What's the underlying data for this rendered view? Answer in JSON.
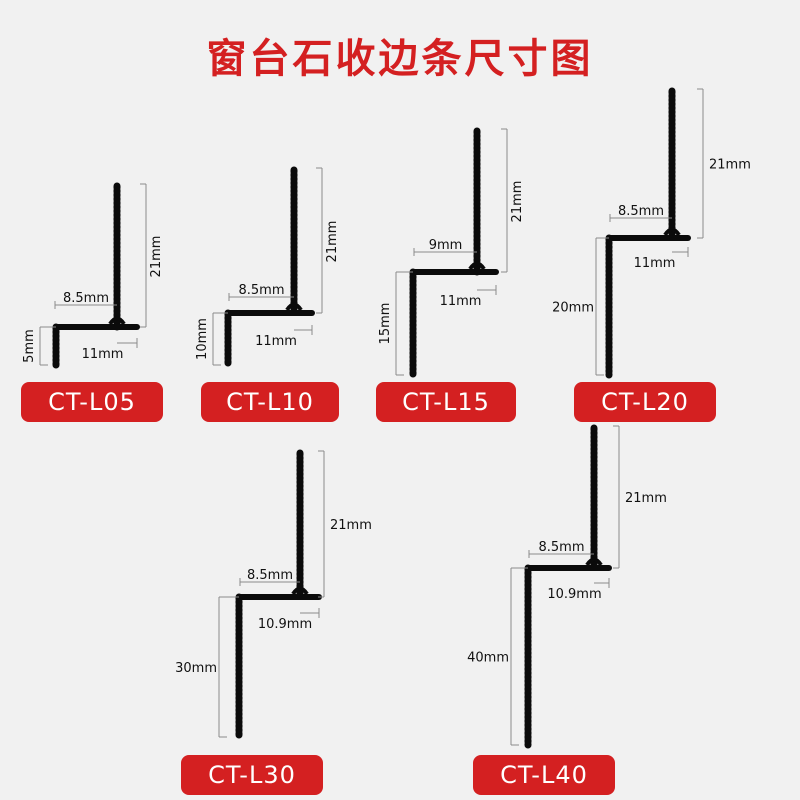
{
  "title": "窗台石收边条尺寸图",
  "colors": {
    "accent": "#d42021",
    "profile": "#0b0b0b",
    "dimension_line": "#8a8a8a",
    "background": "#f1f1f1"
  },
  "profiles": [
    {
      "code": "CT-L05",
      "height": "5mm",
      "flange": "8.5mm",
      "base": "11mm",
      "riser": "21mm"
    },
    {
      "code": "CT-L10",
      "height": "10mm",
      "flange": "8.5mm",
      "base": "11mm",
      "riser": "21mm"
    },
    {
      "code": "CT-L15",
      "height": "15mm",
      "flange": "9mm",
      "base": "11mm",
      "riser": "21mm"
    },
    {
      "code": "CT-L20",
      "height": "20mm",
      "flange": "8.5mm",
      "base": "11mm",
      "riser": "21mm"
    },
    {
      "code": "CT-L30",
      "height": "30mm",
      "flange": "8.5mm",
      "base": "10.9mm",
      "riser": "21mm"
    },
    {
      "code": "CT-L40",
      "height": "40mm",
      "flange": "8.5mm",
      "base": "10.9mm",
      "riser": "21mm"
    }
  ]
}
